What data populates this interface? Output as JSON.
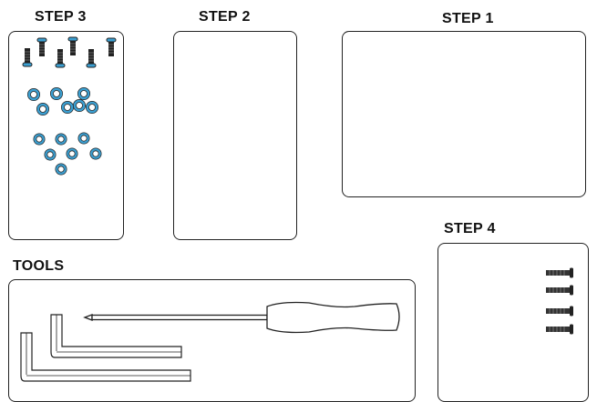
{
  "labels": {
    "step1": "STEP 1",
    "step2": "STEP 2",
    "step3": "STEP 3",
    "step4": "STEP 4",
    "tools": "TOOLS"
  },
  "colors": {
    "outline": "#222222",
    "part_blue": "#3b9fd1",
    "screw_dark": "#333333"
  },
  "step3_parts": {
    "screws": 6,
    "large_washers": 7,
    "small_washers": 7
  },
  "step4_parts": {
    "bolts": 4
  },
  "tools": [
    "screwdriver-icon",
    "hex-key-icon",
    "hex-key-icon"
  ]
}
